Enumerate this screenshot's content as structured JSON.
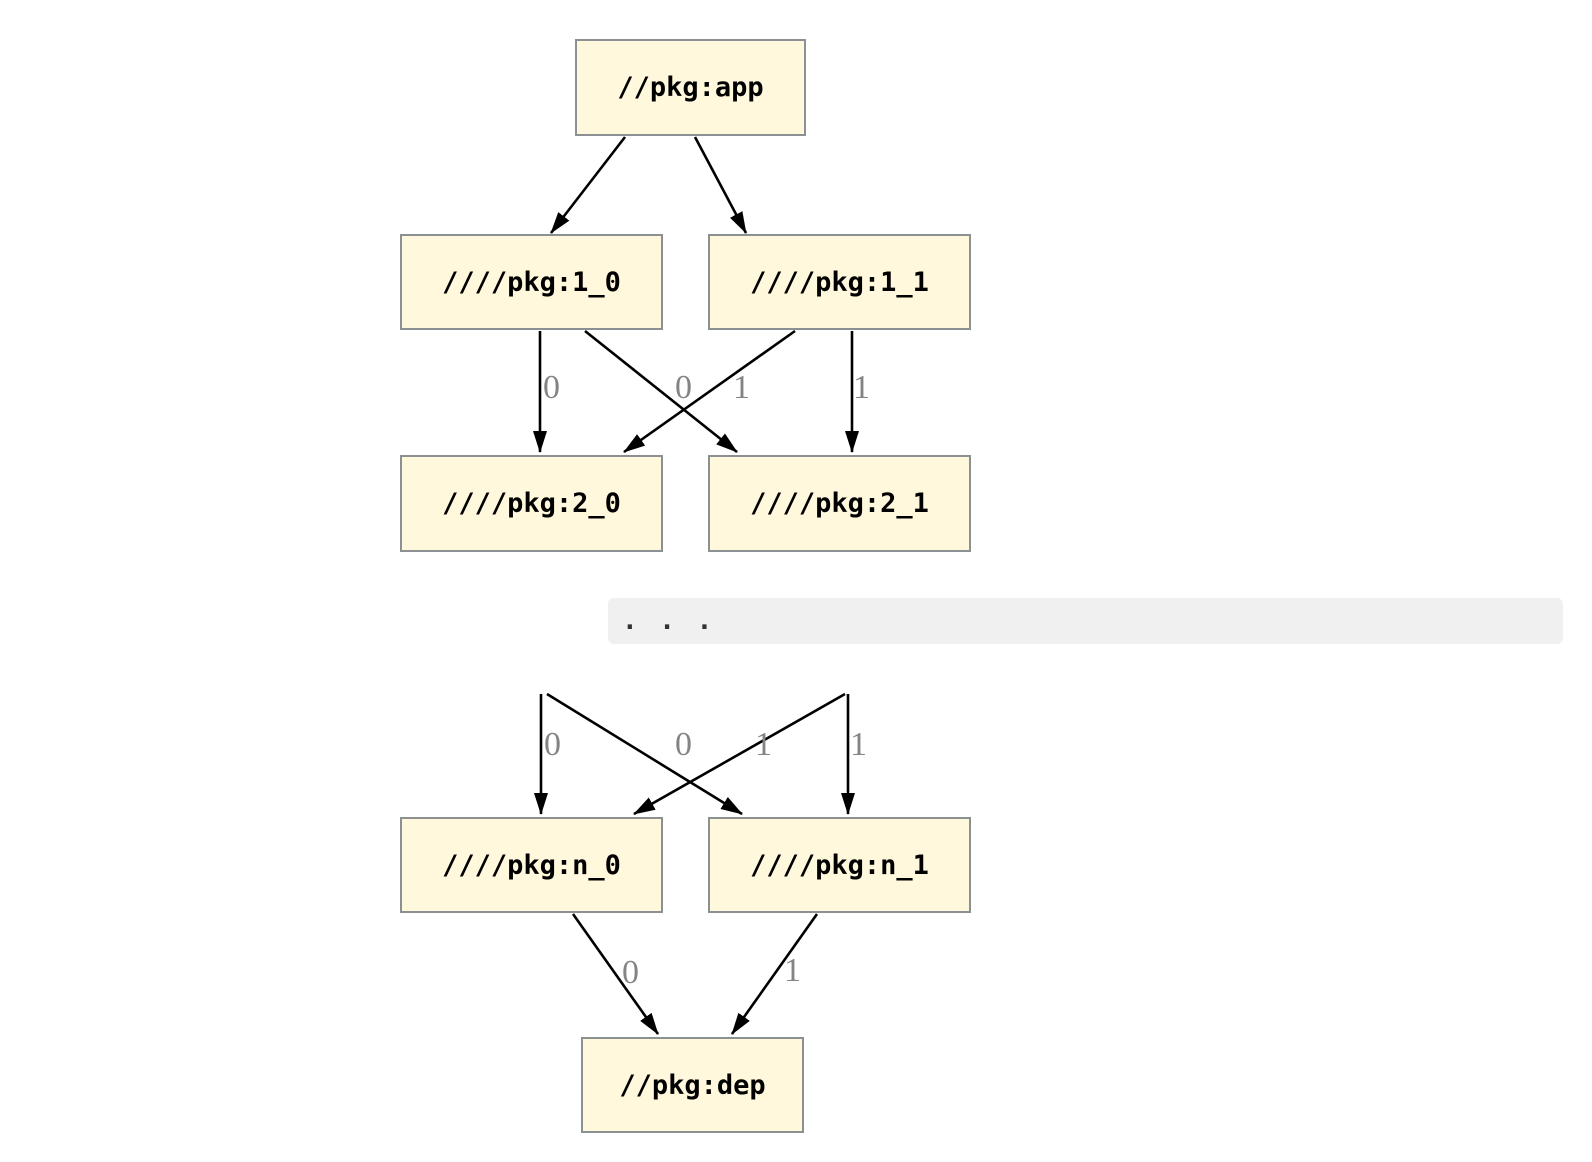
{
  "nodes": {
    "app": {
      "label": "//pkg:app"
    },
    "l1_0": {
      "label": "////pkg:1_0"
    },
    "l1_1": {
      "label": "////pkg:1_1"
    },
    "l2_0": {
      "label": "////pkg:2_0"
    },
    "l2_1": {
      "label": "////pkg:2_1"
    },
    "ln_0": {
      "label": "////pkg:n_0"
    },
    "ln_1": {
      "label": "////pkg:n_1"
    },
    "dep": {
      "label": "//pkg:dep"
    }
  },
  "edge_labels": {
    "upper": [
      "0",
      "0",
      "1",
      "1"
    ],
    "lower": [
      "0",
      "0",
      "1",
      "1"
    ],
    "bottom": [
      "0",
      "1"
    ]
  },
  "ellipsis": ". . .",
  "colors": {
    "background": "#ffffff",
    "node_fill": "#fff8dc",
    "node_border": "#8b9192",
    "edge": "#000000",
    "edge_label": "#848484",
    "ellipsis_band": "#f0f0f0"
  }
}
